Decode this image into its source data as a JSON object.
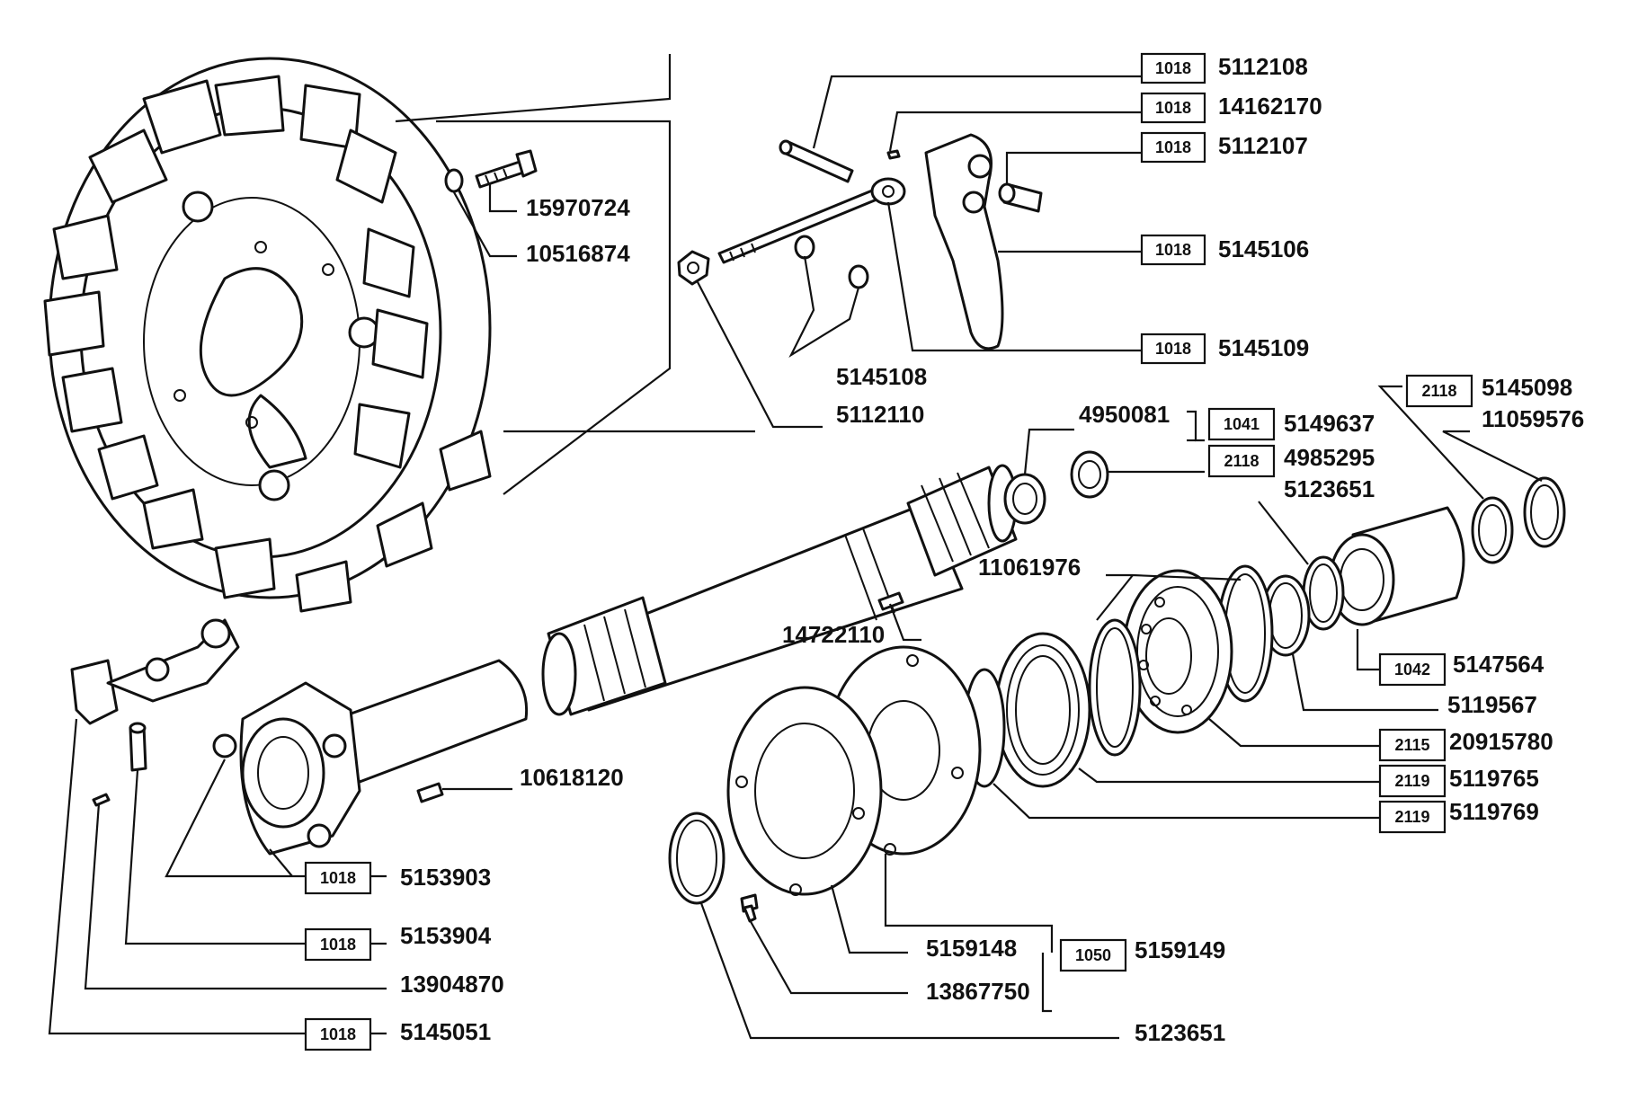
{
  "labels": [
    {
      "id": "lbl-5112108",
      "box": "1018",
      "code": "5112108"
    },
    {
      "id": "lbl-14162170",
      "box": "1018",
      "code": "14162170"
    },
    {
      "id": "lbl-5112107",
      "box": "1018",
      "code": "5112107"
    },
    {
      "id": "lbl-5145106",
      "box": "1018",
      "code": "5145106"
    },
    {
      "id": "lbl-5145109",
      "box": "1018",
      "code": "5145109"
    },
    {
      "id": "lbl-15970724",
      "box": "",
      "code": "15970724"
    },
    {
      "id": "lbl-10516874",
      "box": "",
      "code": "10516874"
    },
    {
      "id": "lbl-5145108",
      "box": "",
      "code": "5145108"
    },
    {
      "id": "lbl-5112110",
      "box": "",
      "code": "5112110"
    },
    {
      "id": "lbl-4950081",
      "box": "",
      "code": "4950081"
    },
    {
      "id": "lbl-5149637",
      "box": "1041",
      "code": "5149637"
    },
    {
      "id": "lbl-4985295",
      "box": "2118",
      "code": "4985295"
    },
    {
      "id": "lbl-5123651-top",
      "box": "",
      "code": "5123651"
    },
    {
      "id": "lbl-5145098",
      "box": "2118",
      "code": "5145098"
    },
    {
      "id": "lbl-11059576",
      "box": "",
      "code": "11059576"
    },
    {
      "id": "lbl-11061976",
      "box": "",
      "code": "11061976"
    },
    {
      "id": "lbl-14722110",
      "box": "",
      "code": "14722110"
    },
    {
      "id": "lbl-5147564",
      "box": "1042",
      "code": "5147564"
    },
    {
      "id": "lbl-5119567",
      "box": "",
      "code": "5119567"
    },
    {
      "id": "lbl-20915780",
      "box": "2115",
      "code": "20915780"
    },
    {
      "id": "lbl-5119765",
      "box": "2119",
      "code": "5119765"
    },
    {
      "id": "lbl-5119769",
      "box": "2119",
      "code": "5119769"
    },
    {
      "id": "lbl-10618120",
      "box": "",
      "code": "10618120"
    },
    {
      "id": "lbl-5153903",
      "box": "1018",
      "code": "5153903"
    },
    {
      "id": "lbl-5153904",
      "box": "1018",
      "code": "5153904"
    },
    {
      "id": "lbl-13904870",
      "box": "",
      "code": "13904870"
    },
    {
      "id": "lbl-5145051",
      "box": "1018",
      "code": "5145051"
    },
    {
      "id": "lbl-5159148",
      "box": "",
      "code": "5159148"
    },
    {
      "id": "lbl-5159149",
      "box": "1050",
      "code": "5159149"
    },
    {
      "id": "lbl-13867750",
      "box": "",
      "code": "13867750"
    },
    {
      "id": "lbl-5123651-bottom",
      "box": "",
      "code": "5123651"
    }
  ]
}
